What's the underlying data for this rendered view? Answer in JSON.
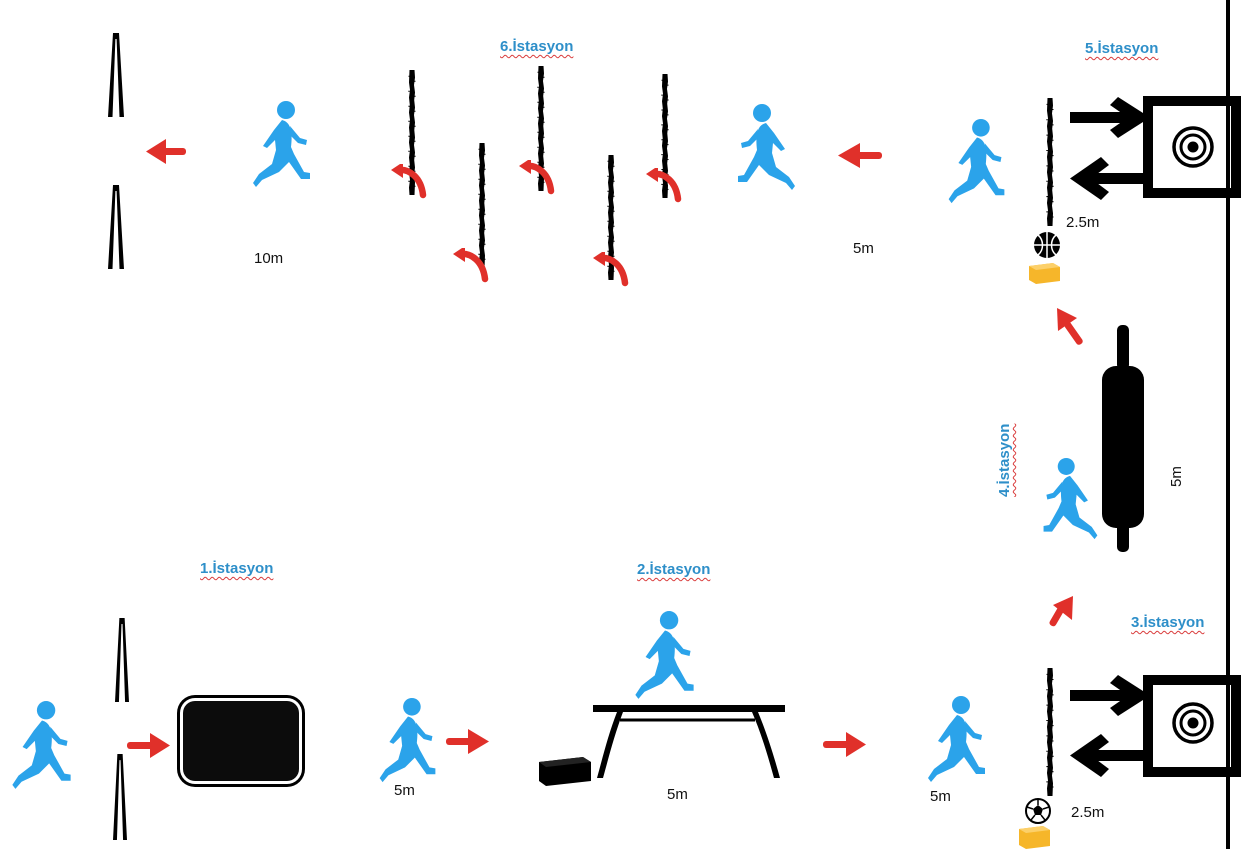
{
  "stations": {
    "s1": "1.İstasyon",
    "s2": "2.İstasyon",
    "s3": "3.İstasyon",
    "s4": "4.İstasyon",
    "s5": "5.İstasyon",
    "s6": "6.İstasyon"
  },
  "distances": {
    "d_top_left": "10m",
    "d_top_right": "5m",
    "d_s5_target": "2.5m",
    "d_s4_beam": "5m",
    "d_s1": "5m",
    "d_s2": "5m",
    "d_s3_run": "5m",
    "d_s3_target": "2.5m"
  },
  "colors": {
    "runner": "#2ba3ea",
    "arrow": "#e0302a",
    "label": "#2e8fc9",
    "box": "#f6b62a",
    "black": "#000000"
  }
}
